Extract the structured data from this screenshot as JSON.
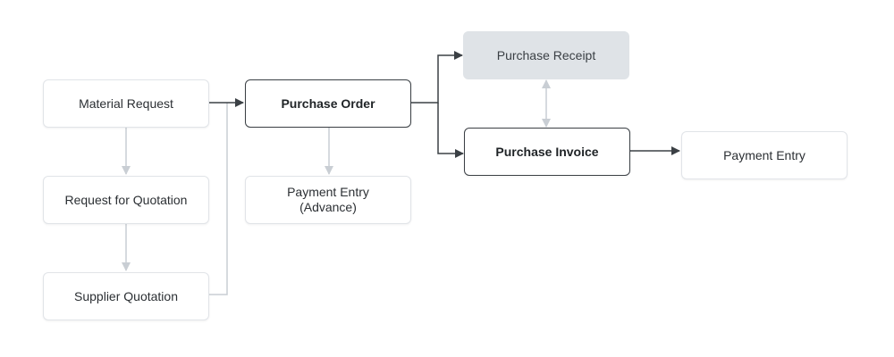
{
  "diagram": {
    "nodes": {
      "material_request": "Material Request",
      "request_for_quotation": "Request for Quotation",
      "supplier_quotation": "Supplier Quotation",
      "purchase_order": "Purchase Order",
      "payment_entry_advance": "Payment Entry\n(Advance)",
      "purchase_receipt": "Purchase Receipt",
      "purchase_invoice": "Purchase Invoice",
      "payment_entry": "Payment Entry"
    }
  },
  "colors": {
    "dark_connector": "#3b4045",
    "light_connector": "#c9ced4",
    "node_border": "#e1e4e8",
    "primary_border": "#3b4045",
    "muted_fill": "#dfe3e7"
  }
}
